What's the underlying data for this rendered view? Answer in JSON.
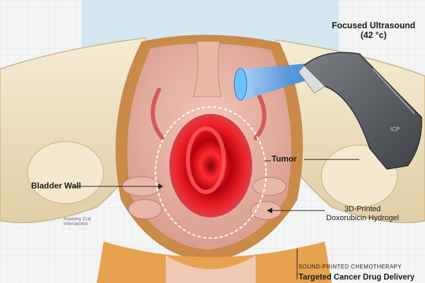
{
  "labels": {
    "title_line1": "Focused Ultrasound",
    "title_line2": "(42 °c)",
    "tumor": "Tumor",
    "bladder_wall": "Bladder Wall",
    "hydrogel_line1": "3D-Printed",
    "hydrogel_line2": "Doxorubicin Hydrogel",
    "anatomy_note_line1": "Anatomy Cral",
    "anatomy_note_line2": "Inferisection",
    "sound_printed": "SOUND-PRINTED CHEMOTHERAPY",
    "targeted_delivery": "Targeted Cancer Drug Delivery"
  },
  "colors": {
    "background": "#f4f5f5",
    "grid_line": "#dfe3e5",
    "sky_panel": "#d4e6ef",
    "pelvic_bone": "#efe2c3",
    "tissue_pink": "#d99a8a",
    "tumor_red": "#d0111a",
    "ultrasound_beam": "#3b9ff0",
    "probe_body": "#5a5d61"
  },
  "icons": {
    "probe": "ultrasound-probe-icon",
    "tumor": "tumor-graphic"
  }
}
